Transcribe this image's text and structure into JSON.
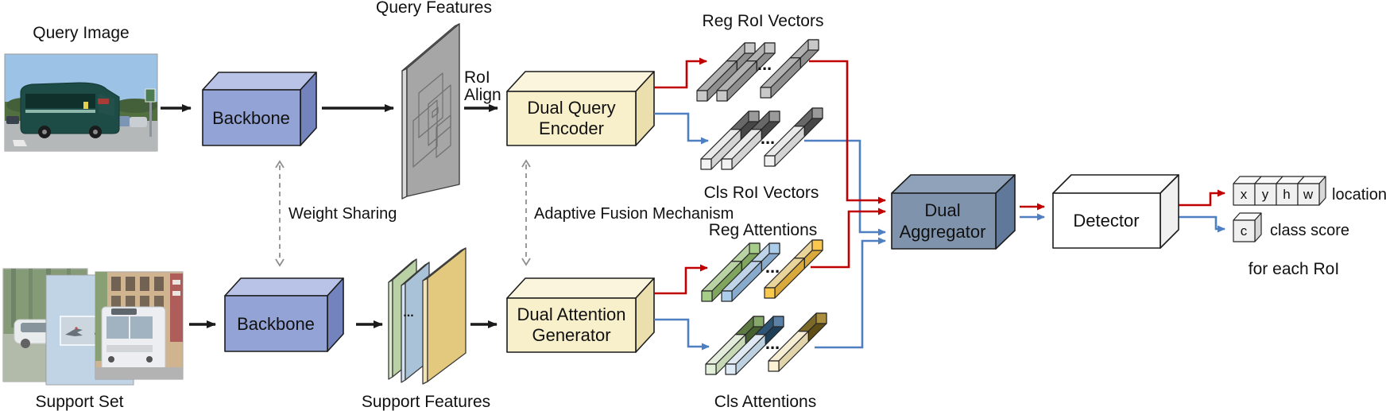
{
  "labels": {
    "query_image": "Query Image",
    "support_set": "Support Set",
    "query_features": "Query Features",
    "support_features": "Support Features",
    "roi_align_line1": "RoI",
    "roi_align_line2": "Align",
    "backbone": "Backbone",
    "weight_sharing": "Weight Sharing",
    "adaptive_fusion": "Adaptive Fusion Mechanism",
    "encoder_line1": "Dual Query",
    "encoder_line2": "Encoder",
    "generator_line1": "Dual Attention",
    "generator_line2": "Generator",
    "reg_roi_vectors": "Reg RoI Vectors",
    "cls_roi_vectors": "Cls RoI Vectors",
    "reg_attentions": "Reg Attentions",
    "cls_attentions": "Cls Attentions",
    "aggregator_line1": "Dual",
    "aggregator_line2": "Aggregator",
    "detector": "Detector",
    "location": "location",
    "class_score": "class score",
    "for_each_roi": "for each RoI",
    "ellipsis": "..."
  },
  "outputs": {
    "cells": [
      "x",
      "y",
      "h",
      "w"
    ],
    "class_cell": "c"
  },
  "photos": {
    "query": "teal bus on road with parked cars",
    "support": [
      "white car in woods",
      "airplane in sky",
      "white bus by brick building"
    ]
  },
  "colors": {
    "arrow_red": "#c00000",
    "arrow_blue": "#4e7fc1",
    "arrow_black": "#1a1a1a",
    "dashed_gray": "#8f8f8f",
    "gray_label": "#6e6e6e",
    "backbone_front": "#93a3d6",
    "backbone_top": "#b8c3e7",
    "backbone_side": "#7383be",
    "encoder_front": "#f8efcb",
    "encoder_top": "#fbf5dd",
    "encoder_side": "#ecdfae",
    "aggregator_front": "#8093ad",
    "aggregator_top": "#8fa2b9",
    "aggregator_side": "#60789a",
    "detector_front": "#ffffff",
    "detector_top": "#ffffff",
    "detector_side": "#f0f0f0",
    "panel_gray": "#a6a6a6",
    "panel_gray_edge": "#d9d9d9",
    "support_green": "#b9d1a4",
    "support_green_edge": "#dcead0",
    "support_blue": "#a9c2d8",
    "support_blue_edge": "#d3e2ee",
    "support_yellow": "#e2c97e",
    "support_yellow_edge": "#f2e4b8",
    "cube_front": "#f0f0f0",
    "cube_top": "#fafafa",
    "cube_side": "#d8d8d8",
    "rods": {
      "reg_roi": {
        "cap": "#c8c8c8",
        "top": "#b2b2b2",
        "side": "#8f8f8f"
      },
      "cls_roi": {
        "cap": "#f2f2f2",
        "top": "#eaeaea",
        "side": "#d4d4d4"
      },
      "cls_roi_tip": {
        "cap": "#9a9a9a",
        "top": "#686868",
        "side": "#474747"
      },
      "reg_att_green": {
        "cap": "#a6cd89",
        "top": "#bad3a4",
        "side": "#7fa55e"
      },
      "reg_att_blue": {
        "cap": "#abcdec",
        "top": "#bfd4e9",
        "side": "#87aacd"
      },
      "reg_att_yellow": {
        "cap": "#fac84c",
        "top": "#e9d49c",
        "side": "#d9a93c"
      },
      "cls_att_green": {
        "cap": "#e2efd9",
        "top": "#e4ecdb",
        "side": "#c6d8b6"
      },
      "cls_att_green_tip": {
        "cap": "#87a86b",
        "top": "#5d7b42",
        "side": "#455f2e"
      },
      "cls_att_blue": {
        "cap": "#deeaf5",
        "top": "#e0e9f1",
        "side": "#bed1e1"
      },
      "cls_att_blue_tip": {
        "cap": "#5b82a6",
        "top": "#2e5476",
        "side": "#1f3e58"
      },
      "cls_att_yellow": {
        "cap": "#fdf2d6",
        "top": "#f6edd2",
        "side": "#e3d5ab"
      },
      "cls_att_yellow_tip": {
        "cap": "#a98f3f",
        "top": "#7c6927",
        "side": "#5f4f17"
      }
    }
  }
}
